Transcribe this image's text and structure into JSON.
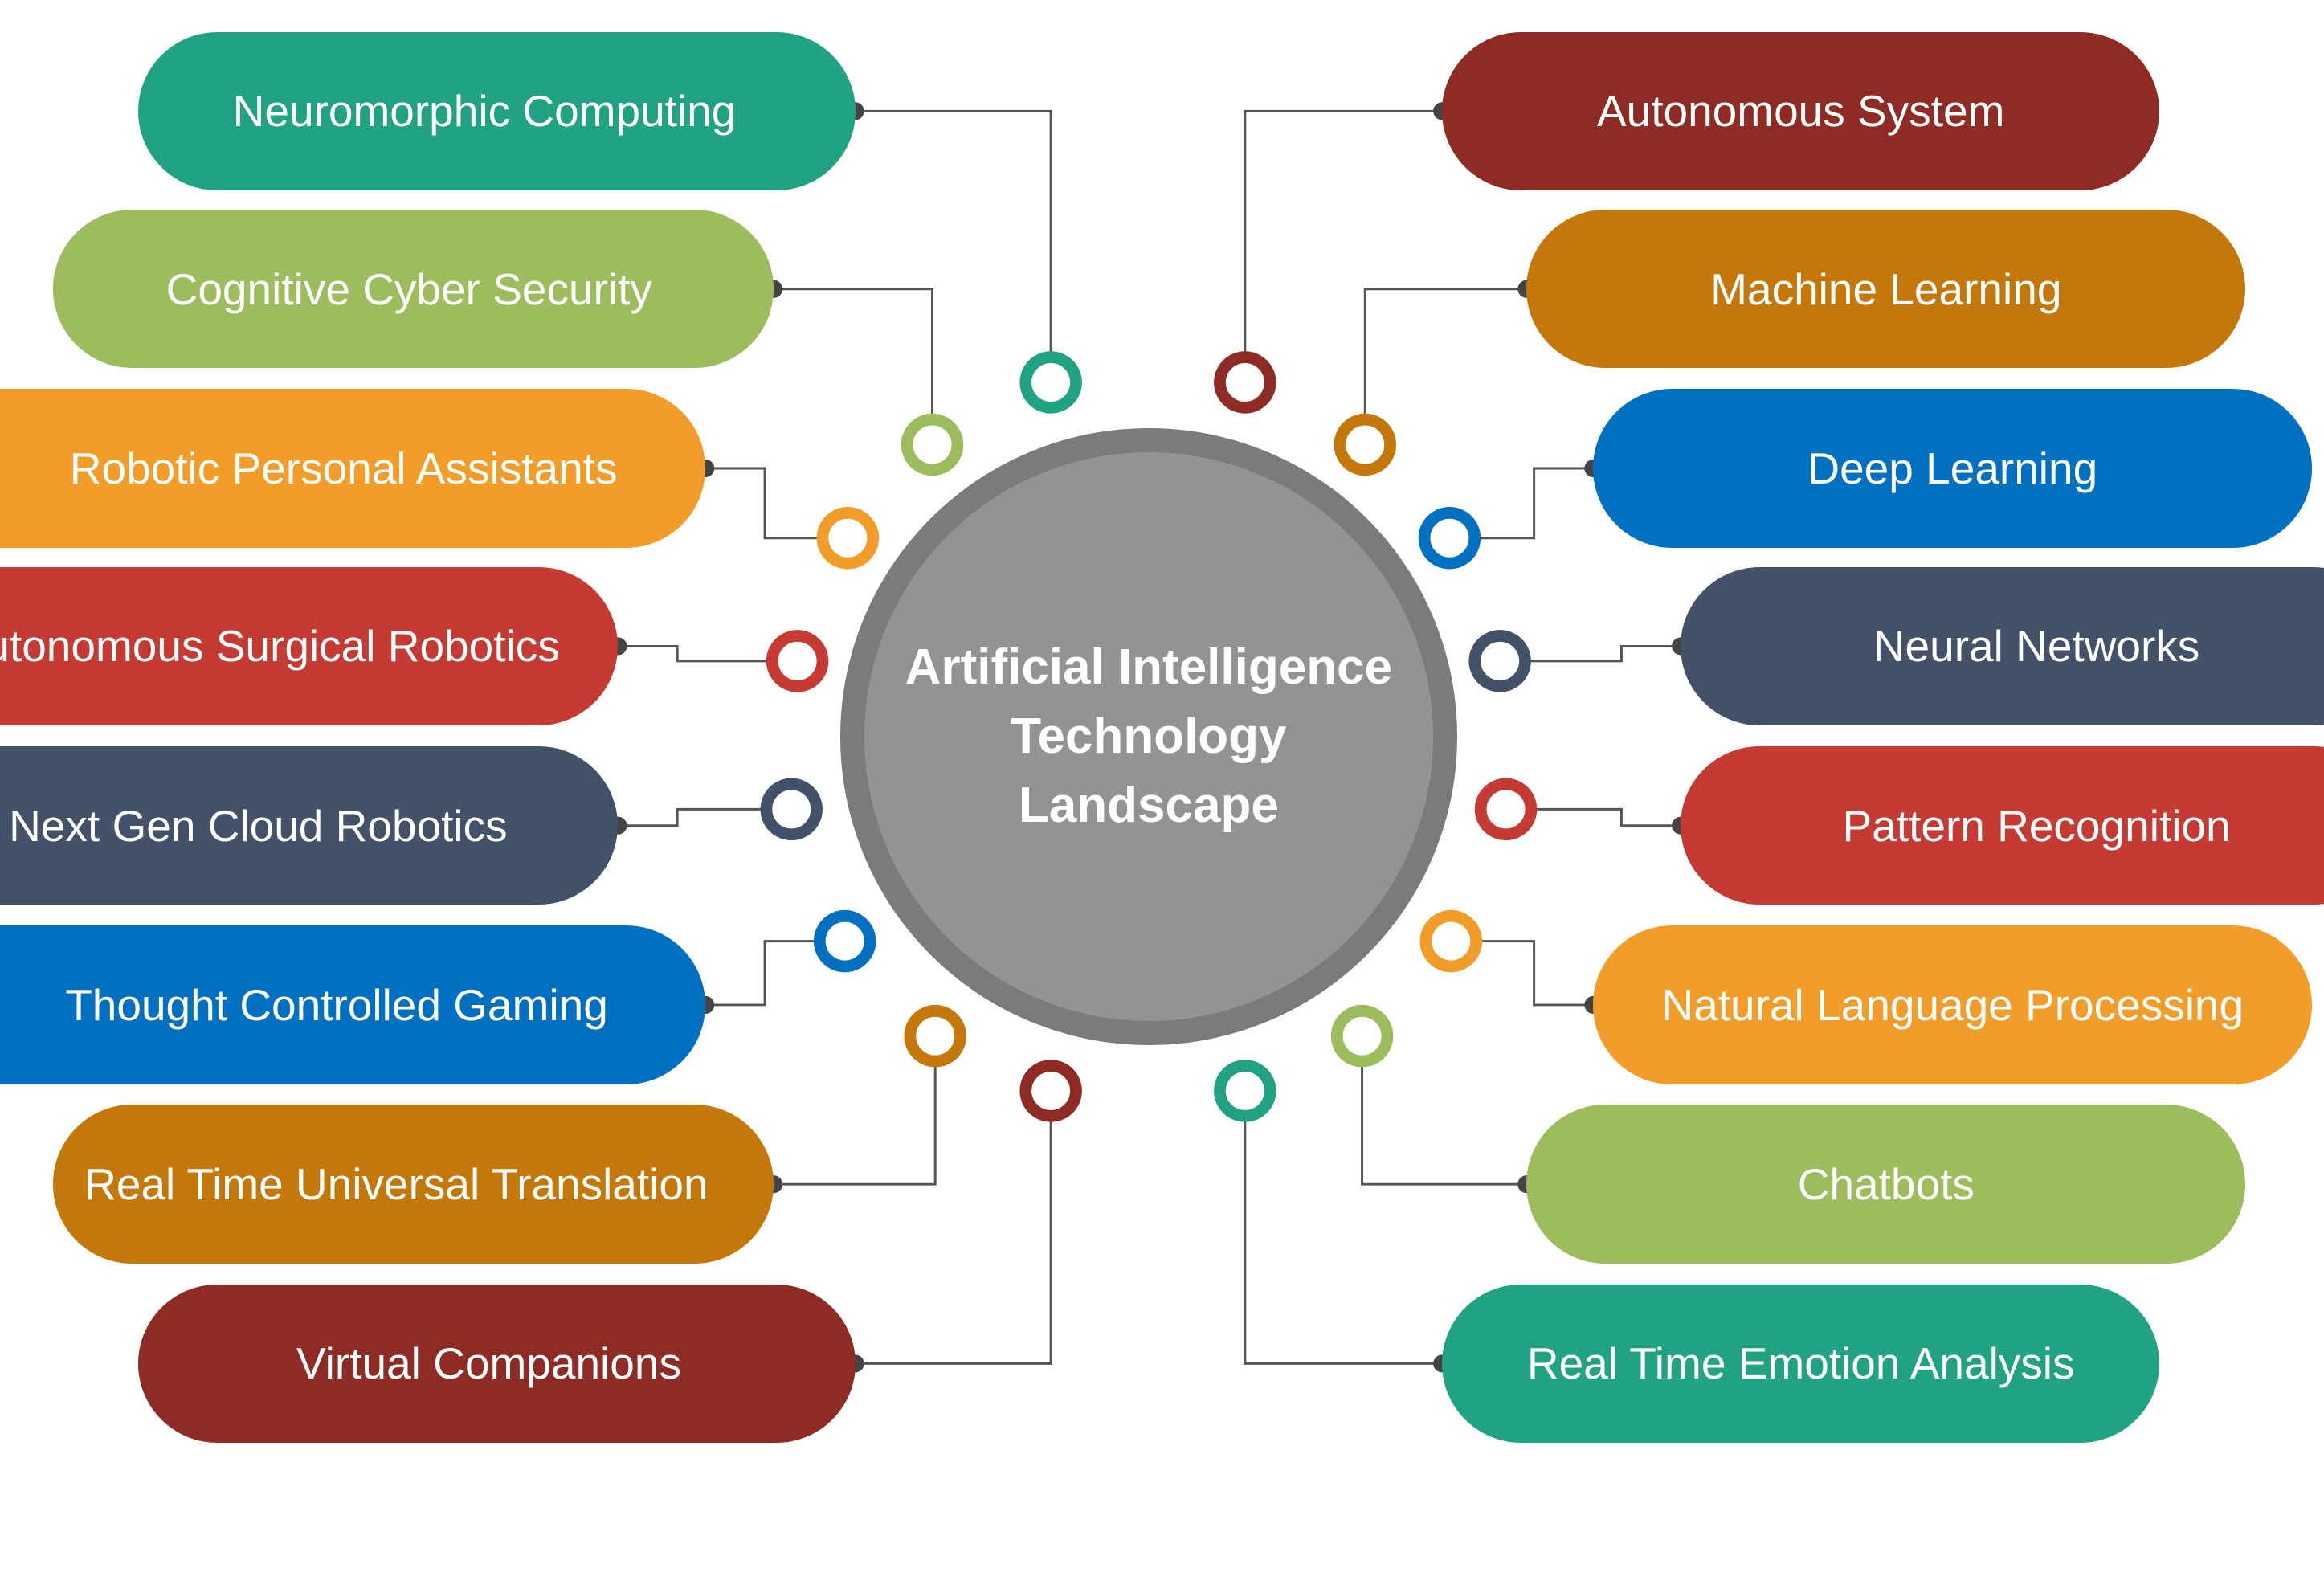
{
  "hub": {
    "title": "Artificial Intelligence Technology Landscape",
    "color": "#939393",
    "ring_color": "#7b7b7b"
  },
  "connector_color": "#555555",
  "left_items": [
    {
      "label": "Neuromorphic Computing",
      "color": "#21a383"
    },
    {
      "label": "Cognitive Cyber Security",
      "color": "#9dbc5d"
    },
    {
      "label": "Robotic Personal Assistants",
      "color": "#f29d2a"
    },
    {
      "label": "Autonomous Surgical Robotics",
      "color": "#c53a32"
    },
    {
      "label": "Next Gen Cloud Robotics",
      "color": "#435269"
    },
    {
      "label": "Thought Controlled Gaming",
      "color": "#0270c0"
    },
    {
      "label": "Real Time Universal Translation",
      "color": "#c4780b"
    },
    {
      "label": "Virtual Companions",
      "color": "#8e2b25"
    }
  ],
  "right_items": [
    {
      "label": "Autonomous System",
      "color": "#8e2b25"
    },
    {
      "label": "Machine Learning",
      "color": "#c4780b"
    },
    {
      "label": "Deep Learning",
      "color": "#0270c0"
    },
    {
      "label": "Neural Networks",
      "color": "#435269"
    },
    {
      "label": "Pattern Recognition",
      "color": "#c53a32"
    },
    {
      "label": "Natural Language Processing",
      "color": "#f29d2a"
    },
    {
      "label": "Chatbots",
      "color": "#9dbc5d"
    },
    {
      "label": "Real Time Emotion Analysis",
      "color": "#21a383"
    }
  ]
}
